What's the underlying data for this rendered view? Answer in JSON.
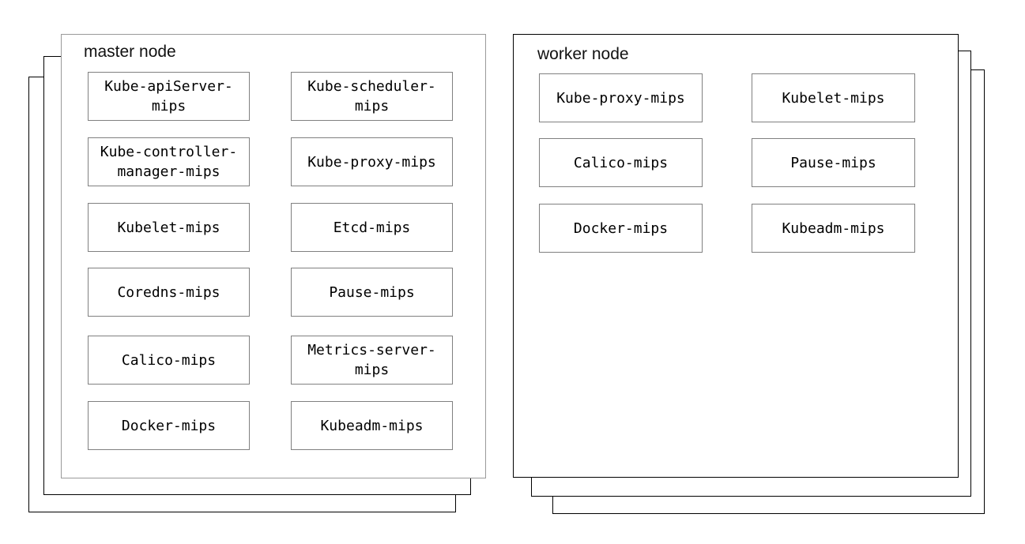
{
  "diagram": {
    "background": "#ffffff",
    "colors": {
      "stack_panel_border": "#000000",
      "master_front_panel_border": "#9a9a9a",
      "component_box_border": "#808080",
      "text": "#000000"
    },
    "groups": [
      {
        "title": "master node",
        "stack_layers": 3,
        "stack_offset_direction": "bottom-left",
        "boxes": [
          {
            "label": "Kube-apiServer-\nmips"
          },
          {
            "label": "Kube-scheduler-\nmips"
          },
          {
            "label": "Kube-controller-\nmanager-mips"
          },
          {
            "label": "Kube-proxy-mips"
          },
          {
            "label": "Kubelet-mips"
          },
          {
            "label": "Etcd-mips"
          },
          {
            "label": "Coredns-mips"
          },
          {
            "label": "Pause-mips"
          },
          {
            "label": "Calico-mips"
          },
          {
            "label": "Metrics-server-\nmips"
          },
          {
            "label": "Docker-mips"
          },
          {
            "label": "Kubeadm-mips"
          }
        ]
      },
      {
        "title": "worker node",
        "stack_layers": 3,
        "stack_offset_direction": "bottom-right",
        "boxes": [
          {
            "label": "Kube-proxy-mips"
          },
          {
            "label": "Kubelet-mips"
          },
          {
            "label": "Calico-mips"
          },
          {
            "label": "Pause-mips"
          },
          {
            "label": "Docker-mips"
          },
          {
            "label": "Kubeadm-mips"
          }
        ]
      }
    ]
  }
}
